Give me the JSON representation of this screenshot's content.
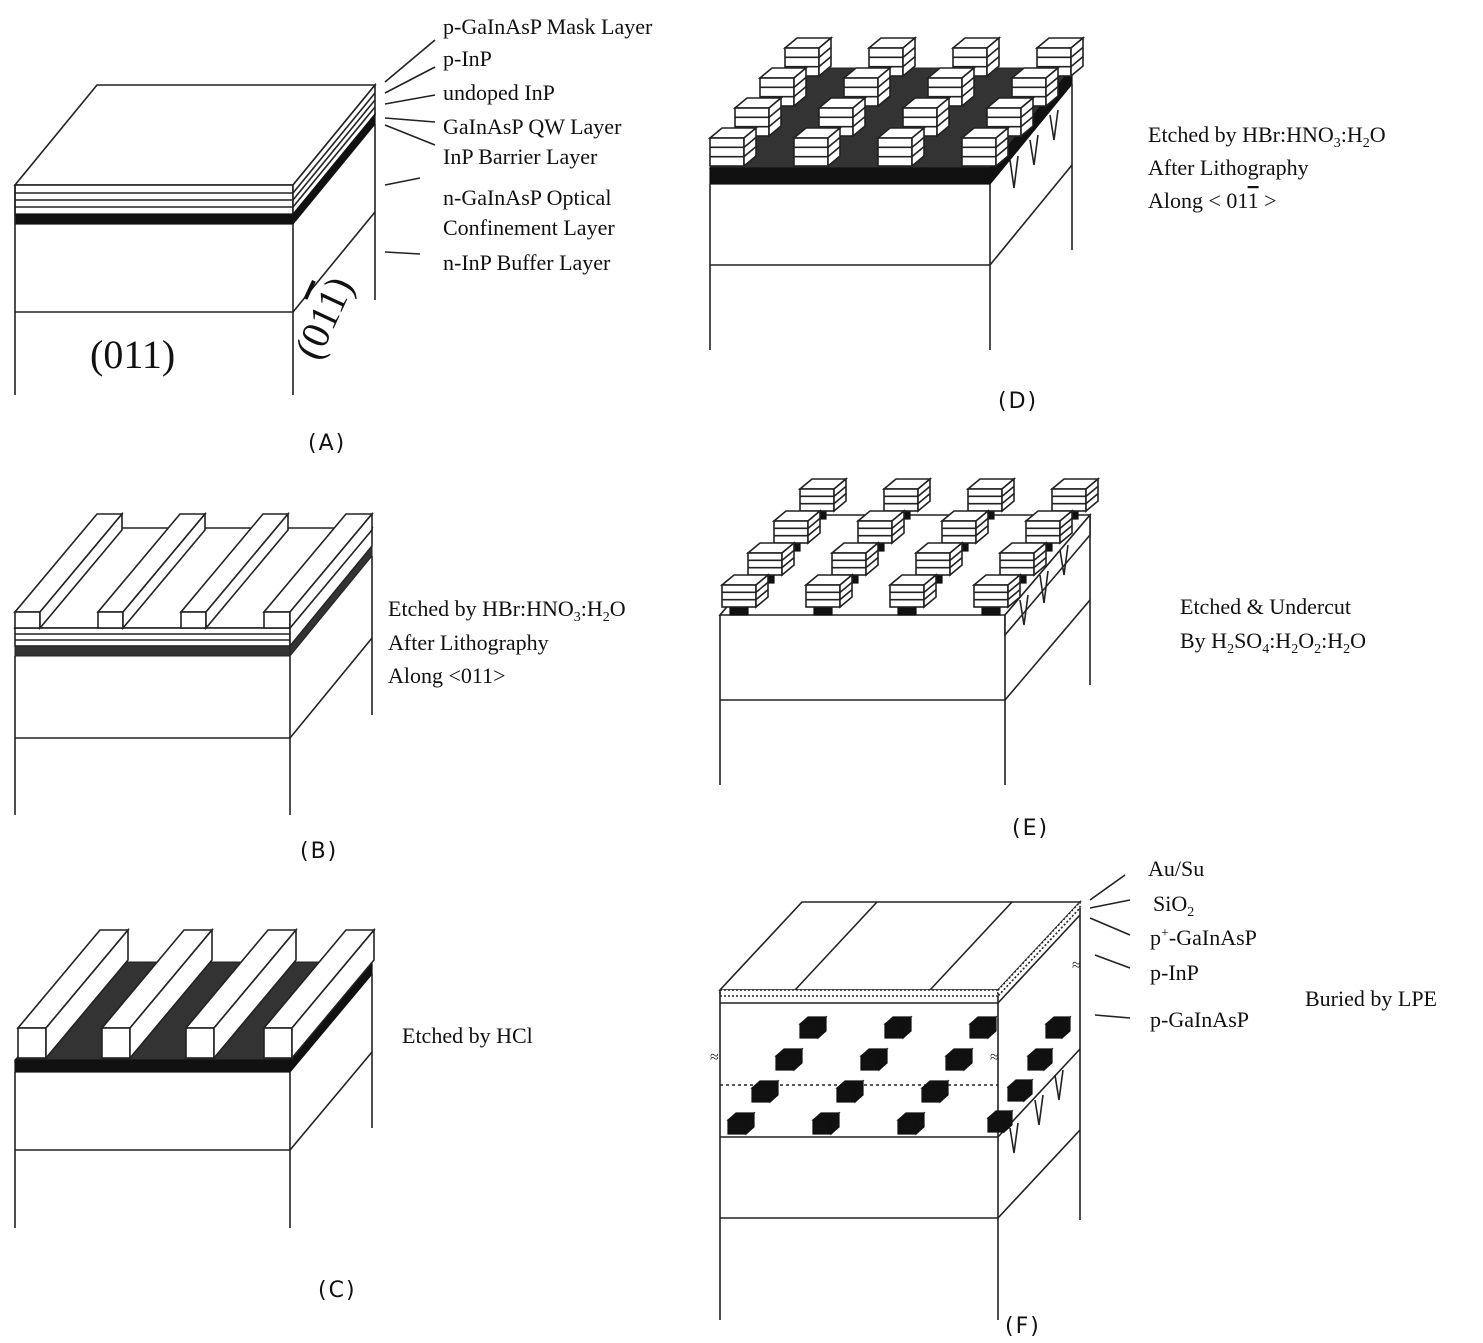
{
  "panels": {
    "a": {
      "caption": "(A)",
      "plane_front": "(011)",
      "plane_side": "(01",
      "plane_side_bar": "1",
      "plane_side_close": ")",
      "layers": [
        "p-GaInAsP  Mask Layer",
        "p-InP",
        "undoped InP",
        "GaInAsP  QW Layer",
        "InP Barrier Layer",
        "n-GaInAsP  Optical",
        "Confinement Layer",
        "n-InP  Buffer Layer"
      ]
    },
    "b": {
      "caption": "(B)",
      "line1": "Etched by HBr:HNO",
      "line1_sub1": "3",
      "line1_mid": ":H",
      "line1_sub2": "2",
      "line1_end": "O",
      "line2": "After Lithography",
      "line3": "Along <011>"
    },
    "c": {
      "caption": "(C)",
      "line1": "Etched by HCl"
    },
    "d": {
      "caption": "(D)",
      "line1": "Etched by HBr:HNO",
      "line1_sub1": "3",
      "line1_mid": ":H",
      "line1_sub2": "2",
      "line1_end": "O",
      "line2": "After Lithography",
      "line3_start": "Along < 01",
      "line3_bar": "1",
      "line3_end": " >"
    },
    "e": {
      "caption": "(E)",
      "line1": "Etched & Undercut",
      "line2_start": "By H",
      "line2_s1": "2",
      "line2_a": "SO",
      "line2_s2": "4",
      "line2_b": ":H",
      "line2_s3": "2",
      "line2_c": "O",
      "line2_s4": "2",
      "line2_d": ":H",
      "line2_s5": "2",
      "line2_e": "O"
    },
    "f": {
      "caption": "(F)",
      "au": "Au/Su",
      "sio_a": "SiO",
      "sio_sub": "2",
      "pp_a": "p",
      "pp_sup": "+",
      "pp_b": "-GaInAsP",
      "pinp": "p-InP",
      "pgainasp": "p-GaInAsP",
      "buried": "Buried by LPE"
    }
  }
}
